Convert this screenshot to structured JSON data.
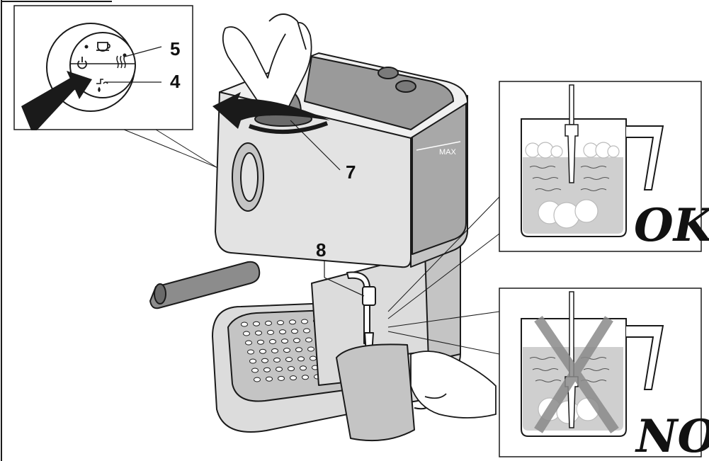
{
  "callouts": {
    "c5": "5",
    "c4": "4",
    "c7": "7",
    "c8": "8"
  },
  "labels": {
    "max": "MAX"
  },
  "verdicts": {
    "ok": "OK",
    "no": "NO"
  },
  "icons": {
    "knob": [
      "cup-icon",
      "power-icon",
      "steam-icon",
      "hot-water-icon"
    ],
    "other": [
      "arrow-push-icon",
      "arrow-rotate-icon",
      "cross-mark-icon"
    ]
  },
  "colors": {
    "line": "#1a1a1a",
    "machine_light": "#dcdcdc",
    "machine_mid": "#c4c4c4",
    "machine_dark": "#8c8c8c",
    "milk": "#cfcfcf",
    "arrow": "#1a1a1a",
    "cross": "#8a8a8a"
  }
}
